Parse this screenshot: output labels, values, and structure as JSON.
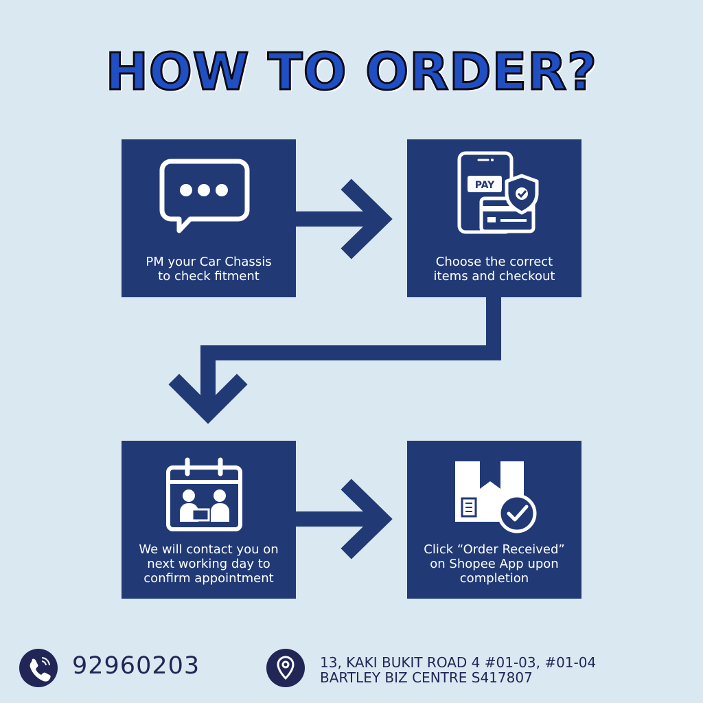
{
  "title": "HOW TO ORDER?",
  "colors": {
    "background": "#dae9f1",
    "box": "#213a76",
    "arrow": "#213a76",
    "title_fill": "#1f4fc2",
    "footer_text": "#212657"
  },
  "steps": [
    {
      "icon": "chat-bubble-icon",
      "lines": [
        "PM your Car Chassis",
        "to check fitment"
      ]
    },
    {
      "icon": "phone-pay-shield-icon",
      "pay_label": "PAY",
      "lines": [
        "Choose the correct",
        "items and checkout"
      ]
    },
    {
      "icon": "calendar-meeting-icon",
      "lines": [
        "We will contact you on",
        "next working day to",
        "confirm appointment"
      ]
    },
    {
      "icon": "box-check-icon",
      "lines": [
        "Click “Order Received”",
        "on Shopee App upon",
        "completion"
      ]
    }
  ],
  "footer": {
    "phone_icon": "phone-icon",
    "phone": "92960203",
    "location_icon": "location-pin-icon",
    "address_lines": [
      "13, KAKI BUKIT ROAD 4 #01-03, #01-04",
      "BARTLEY BIZ CENTRE S417807"
    ]
  }
}
